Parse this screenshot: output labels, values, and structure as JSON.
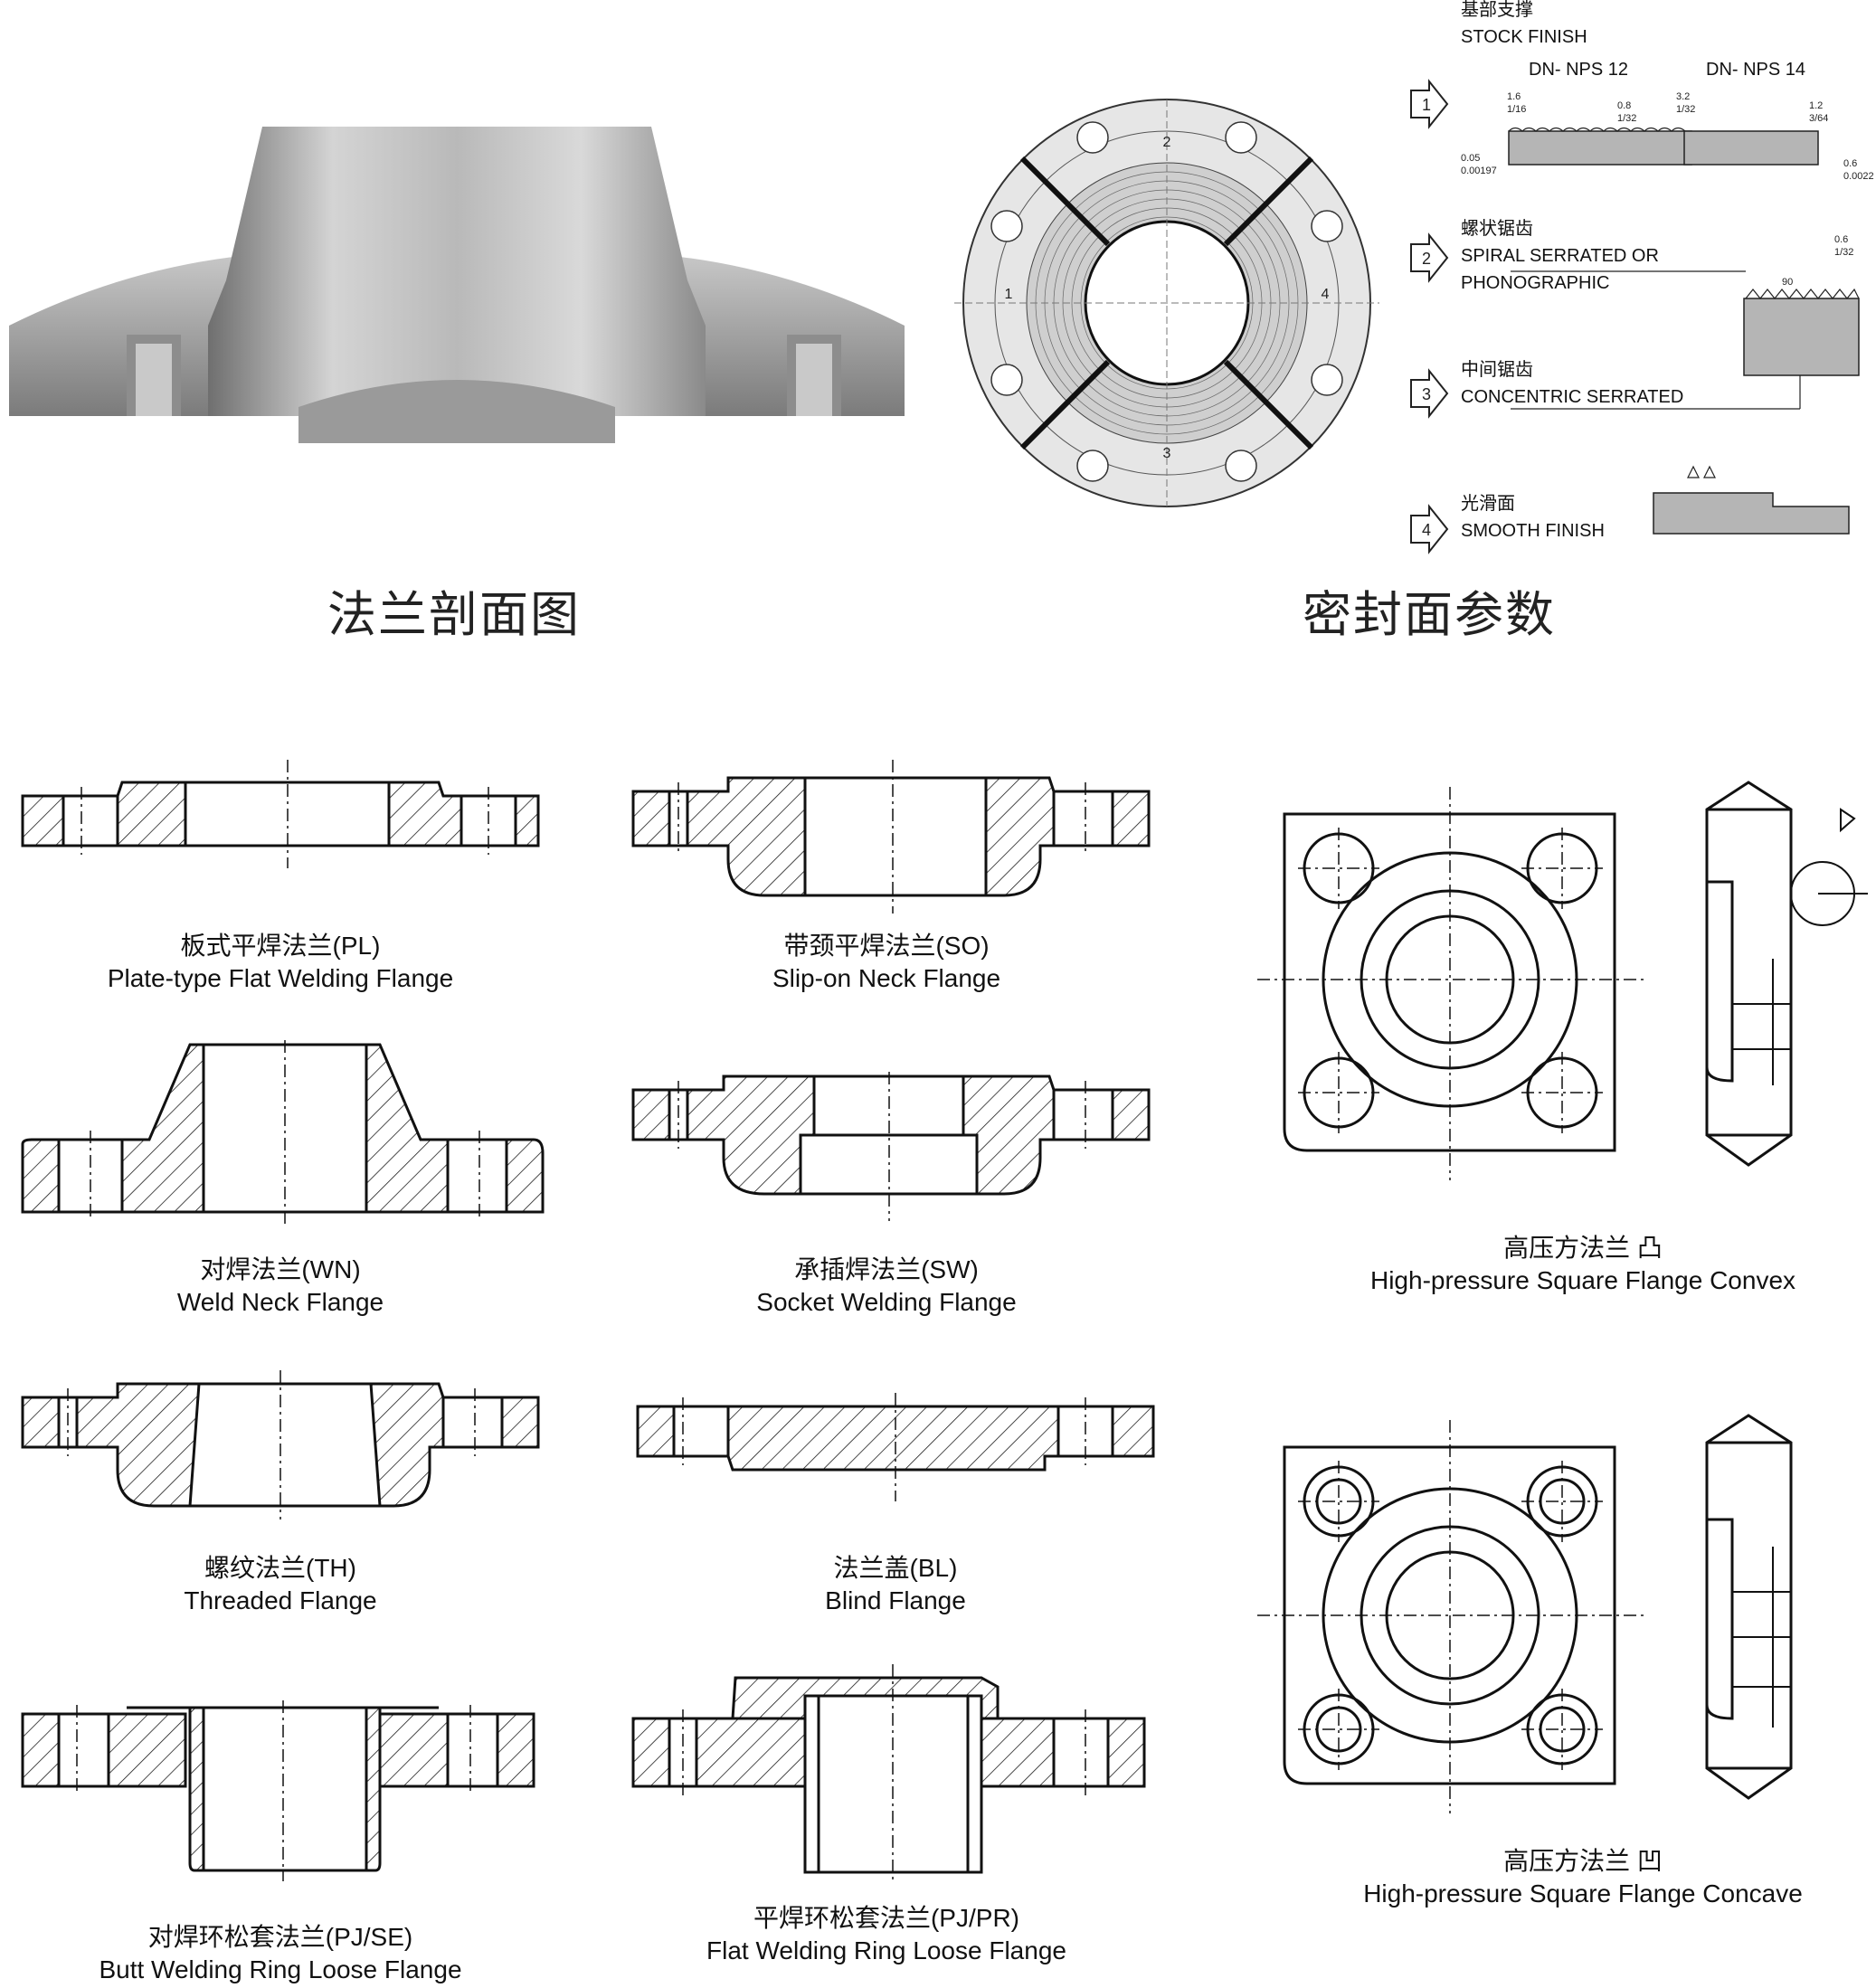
{
  "titles": {
    "section_left": "法兰剖面图",
    "section_right": "密封面参数"
  },
  "finishes": {
    "stock_cn": "基部支撑",
    "stock_en": "STOCK FINISH",
    "dn12": "DN- NPS   12",
    "dn14": "DN- NPS   14",
    "spiral_cn": "螺状锯齿",
    "spiral_en1": "SPIRAL SERRATED OR",
    "spiral_en2": "PHONOGRAPHIC",
    "concentric_cn": "中间锯齿",
    "concentric_en": "CONCENTRIC SERRATED",
    "smooth_cn": "光滑面",
    "smooth_en": "SMOOTH FINISH",
    "markers": [
      "1",
      "2",
      "3",
      "4"
    ],
    "dims": {
      "a1": "1.6",
      "a2": "1/16",
      "b1": "0.8",
      "b2": "1/32",
      "c1": "0.05",
      "c2": "0.00197",
      "d1": "3.2",
      "d2": "1/32",
      "e1": "1.2",
      "e2": "3/64",
      "f1": "0.6",
      "f2": "0.0022",
      "g1": "0.6",
      "g2": "1/32",
      "angle": "90"
    }
  },
  "flanges": [
    {
      "cn": "板式平焊法兰(PL)",
      "en": "Plate-type Flat Welding Flange"
    },
    {
      "cn": "带颈平焊法兰(SO)",
      "en": "Slip-on Neck Flange"
    },
    {
      "cn": "对焊法兰(WN)",
      "en": "Weld Neck Flange"
    },
    {
      "cn": "承插焊法兰(SW)",
      "en": "Socket Welding Flange"
    },
    {
      "cn": "螺纹法兰(TH)",
      "en": "Threaded Flange"
    },
    {
      "cn": "法兰盖(BL)",
      "en": "Blind Flange"
    },
    {
      "cn": "对焊环松套法兰(PJ/SE)",
      "en": "Butt Welding Ring Loose Flange"
    },
    {
      "cn": "平焊环松套法兰(PJ/PR)",
      "en": "Flat Welding Ring Loose Flange"
    }
  ],
  "square_flanges": [
    {
      "cn": "高压方法兰 凸",
      "en": "High-pressure Square Flange Convex"
    },
    {
      "cn": "高压方法兰 凹",
      "en": "High-pressure Square Flange Concave"
    }
  ]
}
